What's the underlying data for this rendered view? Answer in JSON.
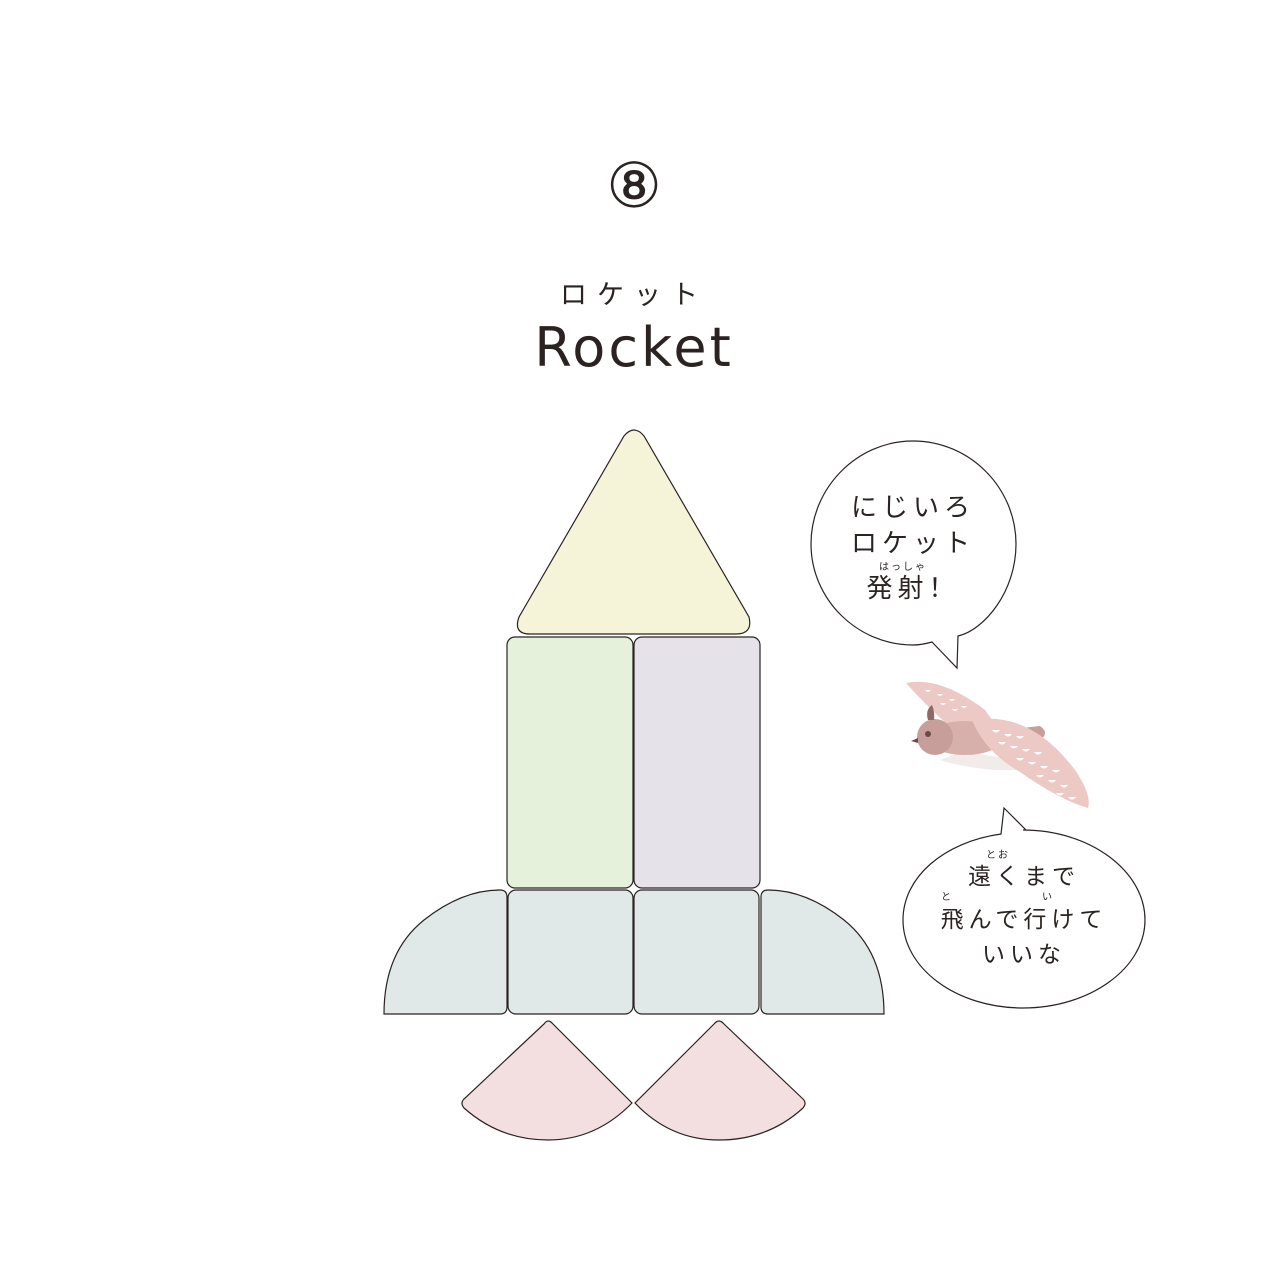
{
  "page": {
    "number": "⑧",
    "title_kana": "ロケット",
    "title_en": "Rocket"
  },
  "blocks": {
    "colors": {
      "nose": "#f6f4d8",
      "body_left": "#e6f1dc",
      "body_right": "#e6e2ea",
      "base": "#e1e8e8",
      "flames": "#f3dfe0",
      "outline": "#2a2321"
    }
  },
  "bubble_top": {
    "lines": [
      "にじいろ",
      "ロケット",
      "発射！"
    ],
    "ruby": "はっしゃ"
  },
  "bubble_bottom": {
    "ruby_1": "とお",
    "line_1": "遠くまで",
    "ruby_2a": "と",
    "ruby_2b": "い",
    "line_2": "飛んで行けて",
    "line_3": "いいな"
  },
  "bird": {
    "icon": "flying-bird-icon",
    "colors": {
      "body": "#c79e9a",
      "wing": "#ecc9c4",
      "dots": "#ffffff"
    }
  }
}
